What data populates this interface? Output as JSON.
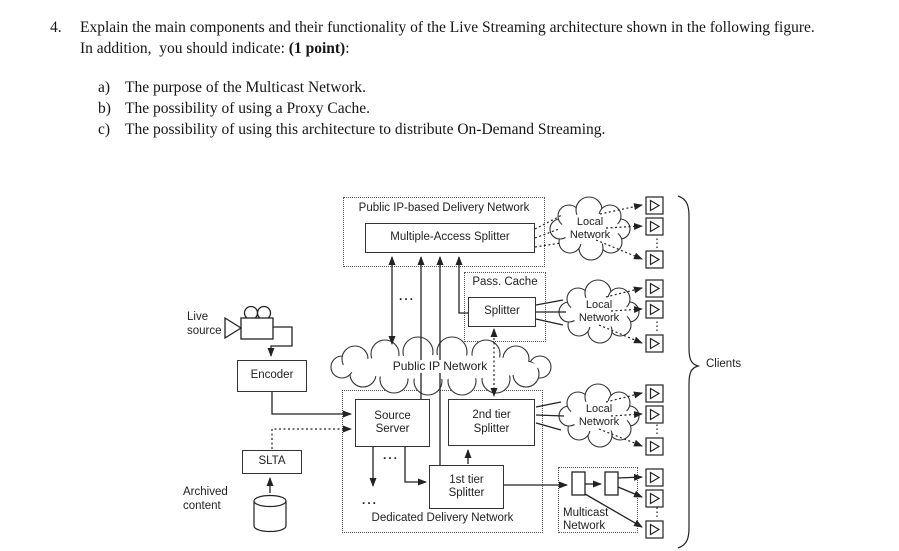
{
  "question": {
    "number": "4.",
    "line1": "Explain the main components and their functionality of the Live Streaming architecture shown in the following figure.",
    "line2_prefix": "In addition,  you should indicate: ",
    "line2_bold": "(1 point)",
    "line2_suffix": ":",
    "items": [
      {
        "label": "a)",
        "text": "The purpose of the Multicast Network."
      },
      {
        "label": "b)",
        "text": "The possibility of using a Proxy Cache."
      },
      {
        "label": "c)",
        "text": "The possibility of using this architecture to distribute On-Demand Streaming."
      }
    ]
  },
  "diagram": {
    "containers": {
      "public_delivery": "Public IP-based Delivery Network",
      "pass_cache": "Pass. Cache",
      "dedicated": "Dedicated Delivery Network",
      "multicast": [
        "Multicast",
        "Network"
      ]
    },
    "boxes": {
      "ma_splitter": "Multiple-Access Splitter",
      "splitter": "Splitter",
      "encoder": "Encoder",
      "source_server": [
        "Source",
        "Server"
      ],
      "second_tier": [
        "2nd tier",
        "Splitter"
      ],
      "first_tier": [
        "1st tier",
        "Splitter"
      ],
      "slta": "SLTA"
    },
    "clouds": {
      "public_ip": "Public IP Network",
      "local": [
        "Local",
        "Network"
      ]
    },
    "labels": {
      "live_source": [
        "Live",
        "source"
      ],
      "archived": [
        "Archived",
        "content"
      ],
      "clients": "Clients"
    },
    "marks": {
      "hdots": "...",
      "vdots": "⋮"
    },
    "icons": {
      "live_source": "video-camera-icon",
      "archived_content": "database-cylinder-icon",
      "client": "client-player-icon",
      "multicast_node": "relay-node-icon"
    }
  }
}
